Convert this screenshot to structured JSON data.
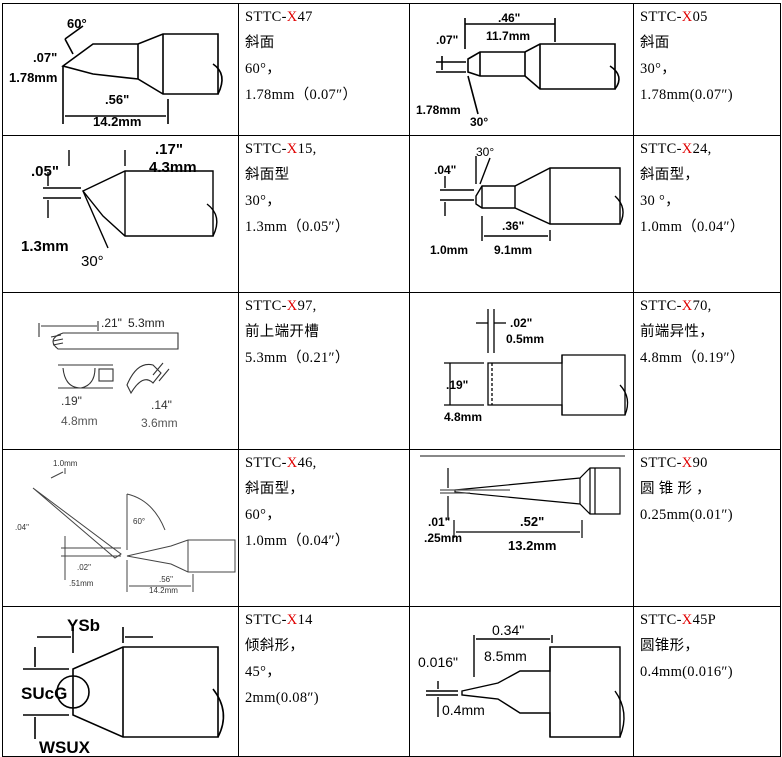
{
  "rows": [
    {
      "left": {
        "code_prefix": "STTC-",
        "code_x": "X",
        "code_suffix": "47",
        "lines": [
          "斜面",
          "60°，",
          "1.78mm（0.07″）"
        ],
        "dims": {
          "angle": "60°",
          "inch_a": ".07\"",
          "mm_a": "1.78mm",
          "inch_b": ".56\"",
          "mm_b": "14.2mm"
        }
      },
      "right": {
        "code_prefix": "STTC-",
        "code_x": "X",
        "code_suffix": "05",
        "lines": [
          "斜面",
          "30°，",
          "1.78mm(0.07″)"
        ],
        "dims": {
          "inch_a": ".46\"",
          "mm_a": "11.7mm",
          "inch_b": ".07\"",
          "mm_b": "1.78mm",
          "angle": "30°"
        }
      }
    },
    {
      "left": {
        "code_prefix": "STTC-",
        "code_x": "X",
        "code_suffix": "15,",
        "lines": [
          "斜面型",
          "30°，",
          "1.3mm（0.05″）"
        ],
        "dims": {
          "inch_a": ".05\"",
          "inch_b": ".17\"",
          "mm_b": "4.3mm",
          "mm_a": "1.3mm",
          "angle": "30°"
        }
      },
      "right": {
        "code_prefix": "STTC-",
        "code_x": "X",
        "code_suffix": "24,",
        "lines": [
          "斜面型，",
          "30 °，",
          "1.0mm（0.04″）"
        ],
        "dims": {
          "inch_a": ".04\"",
          "angle": "30°",
          "inch_b": ".36\"",
          "mm_a": "1.0mm",
          "mm_b": "9.1mm"
        }
      }
    },
    {
      "left": {
        "code_prefix": "STTC-",
        "code_x": "X",
        "code_suffix": "97,",
        "lines": [
          "前上端开槽",
          "5.3mm（0.21″）"
        ],
        "dims": {
          "inch_a": ".21\"",
          "mm_a": "5.3mm",
          "inch_b": ".19\"",
          "mm_b": "4.8mm",
          "inch_c": ".14\"",
          "mm_c": "3.6mm"
        }
      },
      "right": {
        "code_prefix": "STTC-",
        "code_x": "X",
        "code_suffix": "70,",
        "lines": [
          "前端异性，",
          "4.8mm（0.19″）"
        ],
        "dims": {
          "inch_a": ".02\"",
          "mm_a": "0.5mm",
          "inch_b": ".19\"",
          "mm_b": "4.8mm"
        }
      }
    },
    {
      "left": {
        "code_prefix": "STTC-",
        "code_x": "X",
        "code_suffix": "46,",
        "lines": [
          "斜面型，",
          "60°，",
          "1.0mm（0.04″）"
        ],
        "dims": {
          "mm_a": "1.0mm",
          "inch_a": ".04\"",
          "angle": "60°",
          "inch_b": ".02\"",
          "mm_b": ".51mm",
          "inch_c": ".56\"",
          "mm_c": "14.2mm"
        }
      },
      "right": {
        "code_prefix": "STTC-",
        "code_x": "X",
        "code_suffix": "90",
        "lines": [
          "圆 锥 形 ，",
          "0.25mm(0.01″)"
        ],
        "dims": {
          "inch_a": ".01\"",
          "mm_a": ".25mm",
          "inch_b": ".52\"",
          "mm_b": "13.2mm"
        }
      }
    },
    {
      "left": {
        "code_prefix": "STTC-",
        "code_x": "X",
        "code_suffix": "14",
        "lines": [
          "倾斜形，",
          "45°，",
          "2mm(0.08″)"
        ],
        "dims": {
          "label_a": "YSb",
          "label_b": "SUcG",
          "label_c": "WSUX"
        }
      },
      "right": {
        "code_prefix": "STTC-",
        "code_x": "X",
        "code_suffix": "45P",
        "lines": [
          "圆锥形，",
          "0.4mm(0.016″)"
        ],
        "dims": {
          "inch_a": "0.34\"",
          "mm_a": "8.5mm",
          "inch_b": "0.016\"",
          "mm_b": "0.4mm"
        }
      }
    }
  ]
}
